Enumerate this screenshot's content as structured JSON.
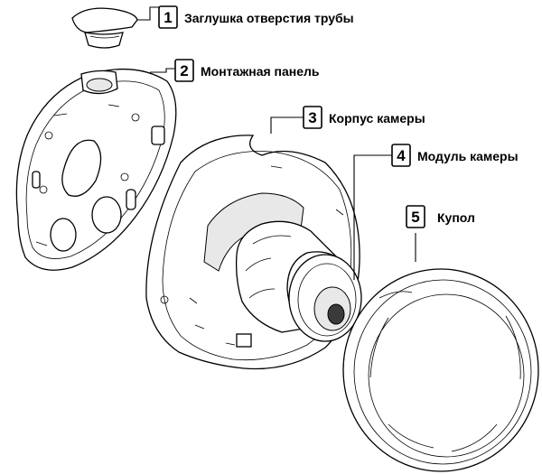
{
  "parts": [
    {
      "number": "1",
      "label": "Заглушка отверстия трубы"
    },
    {
      "number": "2",
      "label": "Монтажная панель"
    },
    {
      "number": "3",
      "label": "Корпус камеры"
    },
    {
      "number": "4",
      "label": "Модуль камеры"
    },
    {
      "number": "5",
      "label": "Купол"
    }
  ]
}
